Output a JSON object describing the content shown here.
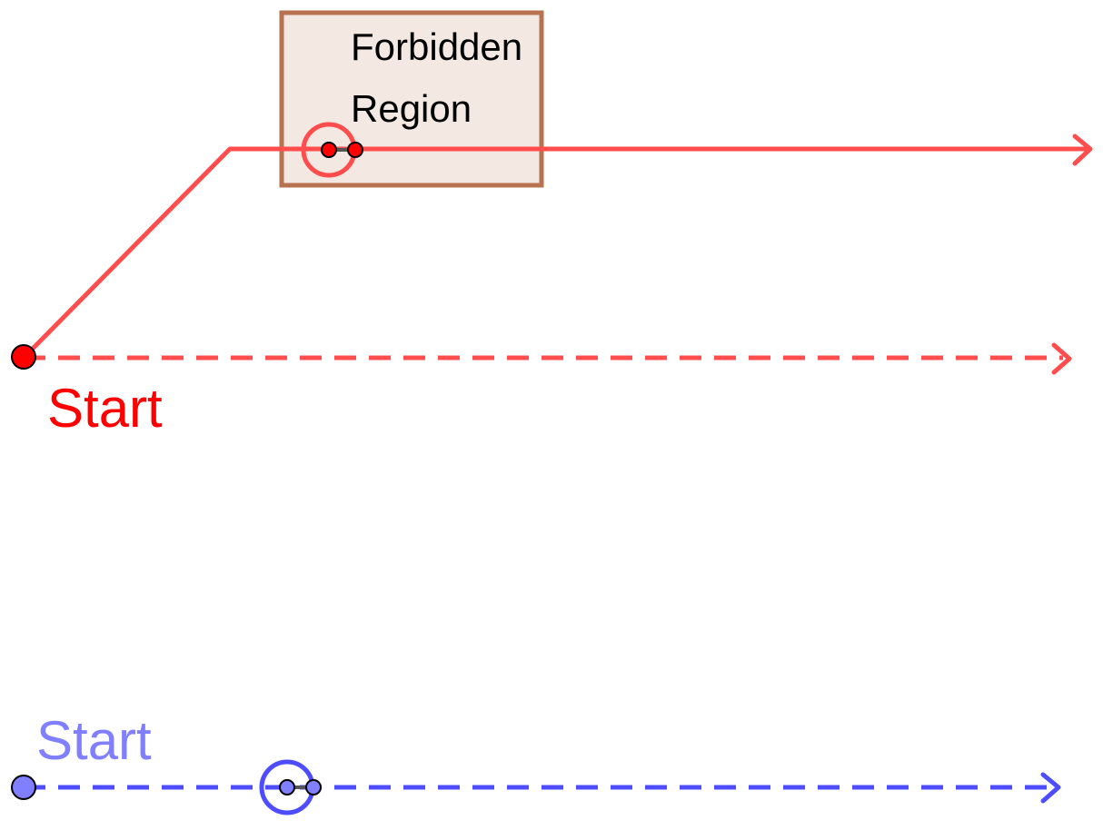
{
  "colors": {
    "red_path": "#ff4d4d",
    "red_point": "#ff0000",
    "blue_path": "#4d4dff",
    "blue_point": "#7f7fff",
    "blue_label": "#7f7fff",
    "red_label": "#ff0000",
    "region_fill": "#f4e8e3",
    "region_stroke": "#b9724f",
    "link_bar": "#555555",
    "outline": "#000000"
  },
  "forbidden_region": {
    "label_line1": "Forbidden",
    "label_line2": "Region"
  },
  "red_scenario": {
    "start_label": "Start"
  },
  "blue_scenario": {
    "start_label": "Start"
  }
}
